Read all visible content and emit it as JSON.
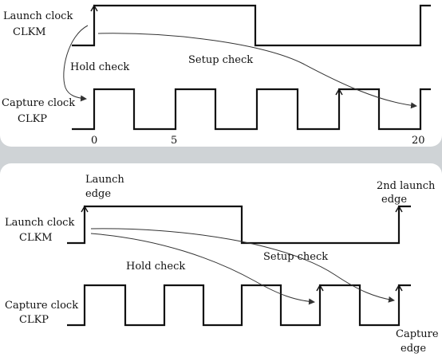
{
  "top": {
    "launch_label": [
      "Launch clock",
      "CLKM"
    ],
    "capture_label": [
      "Capture clock",
      "CLKP"
    ],
    "hold_check": "Hold check",
    "setup_check": "Setup check",
    "ticks": [
      "0",
      "5",
      "20"
    ]
  },
  "bottom": {
    "launch_edge": [
      "Launch",
      "edge"
    ],
    "second_launch_edge": [
      "2nd launch",
      "edge"
    ],
    "launch_label": [
      "Launch clock",
      "CLKM"
    ],
    "capture_label": [
      "Capture clock",
      "CLKP"
    ],
    "hold_check": "Hold check",
    "setup_check": "Setup check",
    "capture_edge": [
      "Capture",
      "edge"
    ]
  },
  "colors": {
    "background": "#cfd3d6",
    "panel": "#ffffff",
    "ink": "#111111"
  }
}
